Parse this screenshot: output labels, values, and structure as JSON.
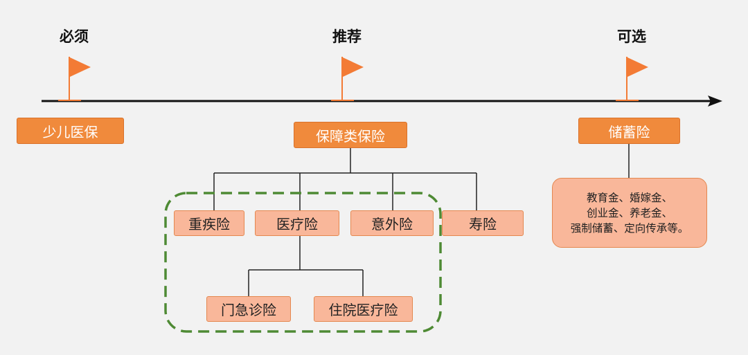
{
  "timeline": {
    "labels": {
      "required": "必须",
      "recommended": "推荐",
      "optional": "可选"
    }
  },
  "nodes": {
    "child_medical": "少儿医保",
    "protection": "保障类保险",
    "savings": "储蓄险",
    "critical_illness": "重疾险",
    "medical": "医疗险",
    "accident": "意外险",
    "life": "寿险",
    "outpatient": "门急诊险",
    "inpatient": "住院医疗险"
  },
  "savings_desc": {
    "line1": "教育金、婚嫁金、",
    "line2": "创业金、养老金、",
    "line3": "强制储蓄、定向传承等。"
  },
  "colors": {
    "dark_box": "#f08a3c",
    "light_box": "#f9b79a",
    "flag": "#f37b35",
    "dashed_group": "#4e8a34",
    "axis": "#111111"
  }
}
